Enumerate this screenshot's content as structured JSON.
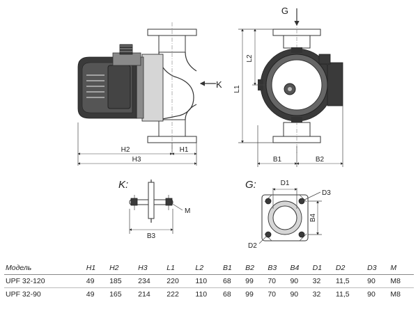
{
  "labels": {
    "K": "K",
    "G": "G",
    "K_view": "K:",
    "G_view": "G:",
    "H1": "H1",
    "H2": "H2",
    "H3": "H3",
    "L1": "L1",
    "L2": "L2",
    "B1": "B1",
    "B2": "B2",
    "B3": "B3",
    "B4": "B4",
    "D1": "D1",
    "D2": "D2",
    "D3": "D3",
    "M": "M"
  },
  "table": {
    "headers": [
      "Модель",
      "H1",
      "H2",
      "H3",
      "L1",
      "L2",
      "B1",
      "B2",
      "B3",
      "B4",
      "D1",
      "D2",
      "D3",
      "M"
    ],
    "rows": [
      [
        "UPF 32-120",
        "49",
        "185",
        "234",
        "220",
        "110",
        "68",
        "99",
        "70",
        "90",
        "32",
        "11,5",
        "90",
        "M8"
      ],
      [
        "UPF 32-90",
        "49",
        "165",
        "214",
        "222",
        "110",
        "68",
        "99",
        "70",
        "90",
        "32",
        "11,5",
        "90",
        "M8"
      ]
    ]
  }
}
